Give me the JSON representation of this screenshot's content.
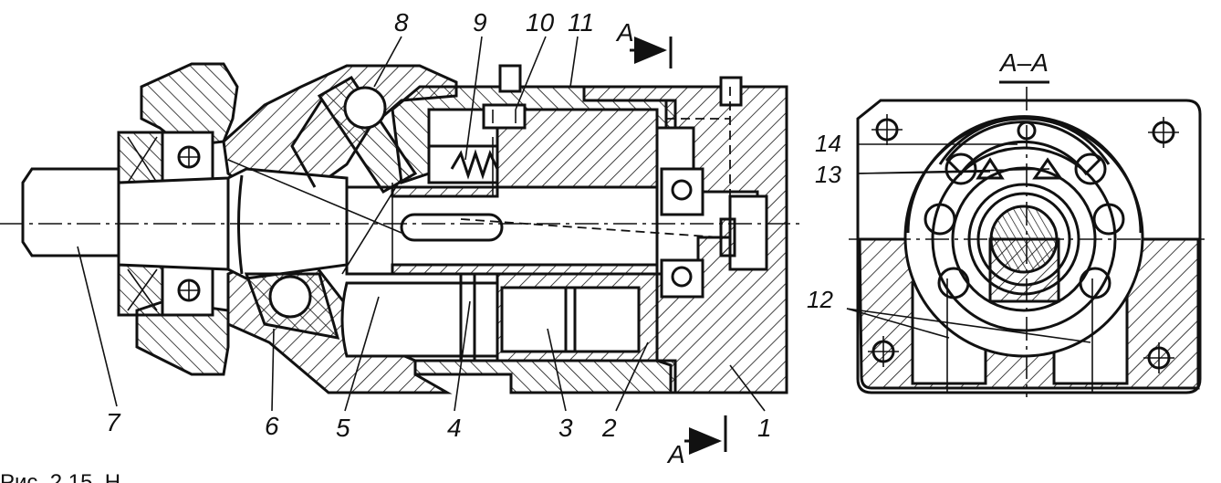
{
  "figure": {
    "part_labels": [
      "1",
      "2",
      "3",
      "4",
      "5",
      "6",
      "7",
      "8",
      "9",
      "10",
      "11",
      "12",
      "13",
      "14"
    ],
    "section_label": "A–A",
    "cut_label": "A",
    "caption_fragment": "Рис. 2.15. Н"
  }
}
